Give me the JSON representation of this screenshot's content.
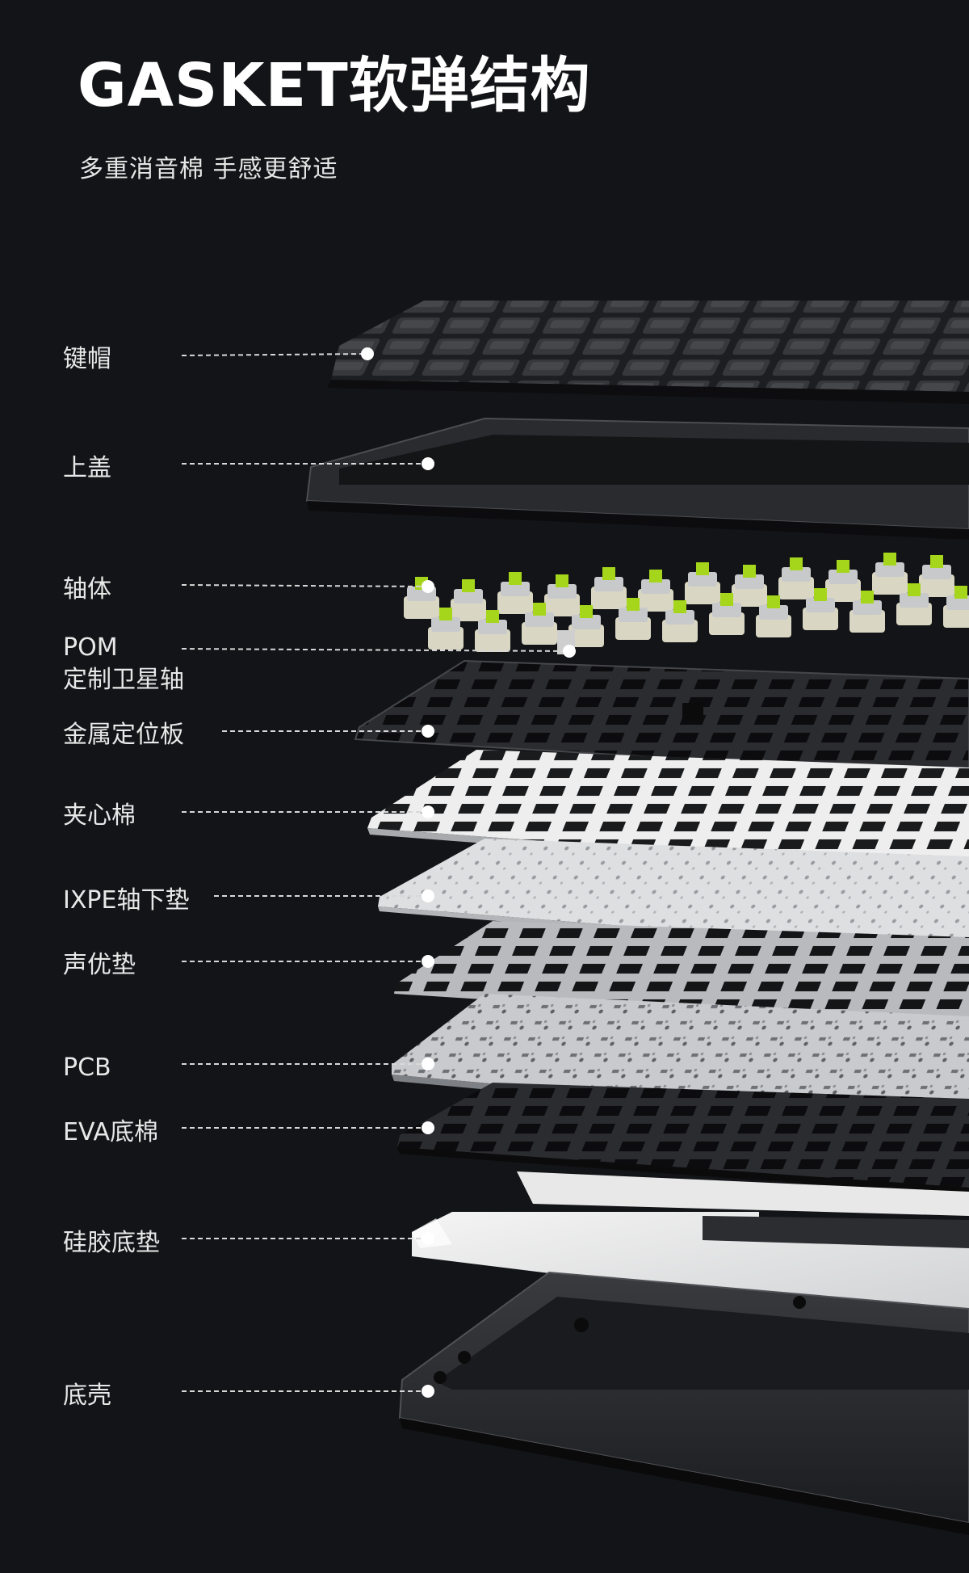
{
  "header": {
    "title": "GASKET软弹结构",
    "subtitle": "多重消音棉 手感更舒适"
  },
  "layers": [
    {
      "label": "键帽"
    },
    {
      "label": "上盖"
    },
    {
      "label": "轴体"
    },
    {
      "label": "POM",
      "label2": "定制卫星轴"
    },
    {
      "label": "金属定位板"
    },
    {
      "label": "夹心棉"
    },
    {
      "label": "IXPE轴下垫"
    },
    {
      "label": "声优垫"
    },
    {
      "label": "PCB"
    },
    {
      "label": "EVA底棉"
    },
    {
      "label": "硅胶底垫"
    },
    {
      "label": "底壳"
    }
  ],
  "colors": {
    "background": "#131417",
    "switch_stem": "#a6d61c",
    "leader_line": "#d8d8d8"
  }
}
